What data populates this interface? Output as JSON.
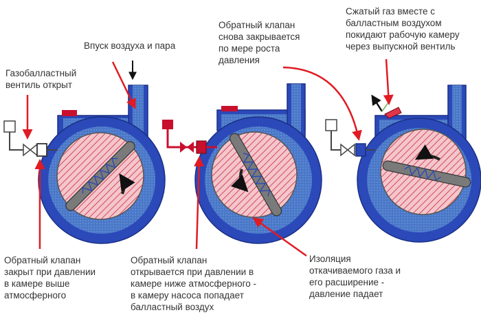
{
  "labels": {
    "intake": "Впуск воздуха и пара",
    "gas_ballast_open": "Газобалластный\nвентиль открыт",
    "valve_closes_again": "Обратный клапан\nснова закрывается\nпо мере роста\nдавления",
    "compressed_gas_exit": "Сжатый газ вместе с\nбалластным воздухом\nпокидают рабочую камеру\nчерез выпускной вентиль",
    "valve_closed_high_pressure": "Обратный клапан\nзакрыт при давлении\nв камере выше\nатмосферного",
    "valve_opens_low_pressure": "Обратный клапан\nоткрывается при давлении в\nкамере ниже атмосферного -\nв камеру насоса попадает\nбалластный воздух",
    "isolation_expansion": "Изоляция\nоткачиваемого газа и\nего расширение -\nдавление падает"
  },
  "colors": {
    "housing": "#2b49b8",
    "housing_dark": "#1b2f86",
    "chamber": "#4a78c8",
    "rotor_fill": "#f4c6cc",
    "rotor_hatch": "#d2485a",
    "vane": "#7a7a7a",
    "arrow_red": "#e01b24",
    "valve_red": "#c8102e",
    "exhaust_flap": "#e0354a",
    "pipe": "#444444"
  }
}
